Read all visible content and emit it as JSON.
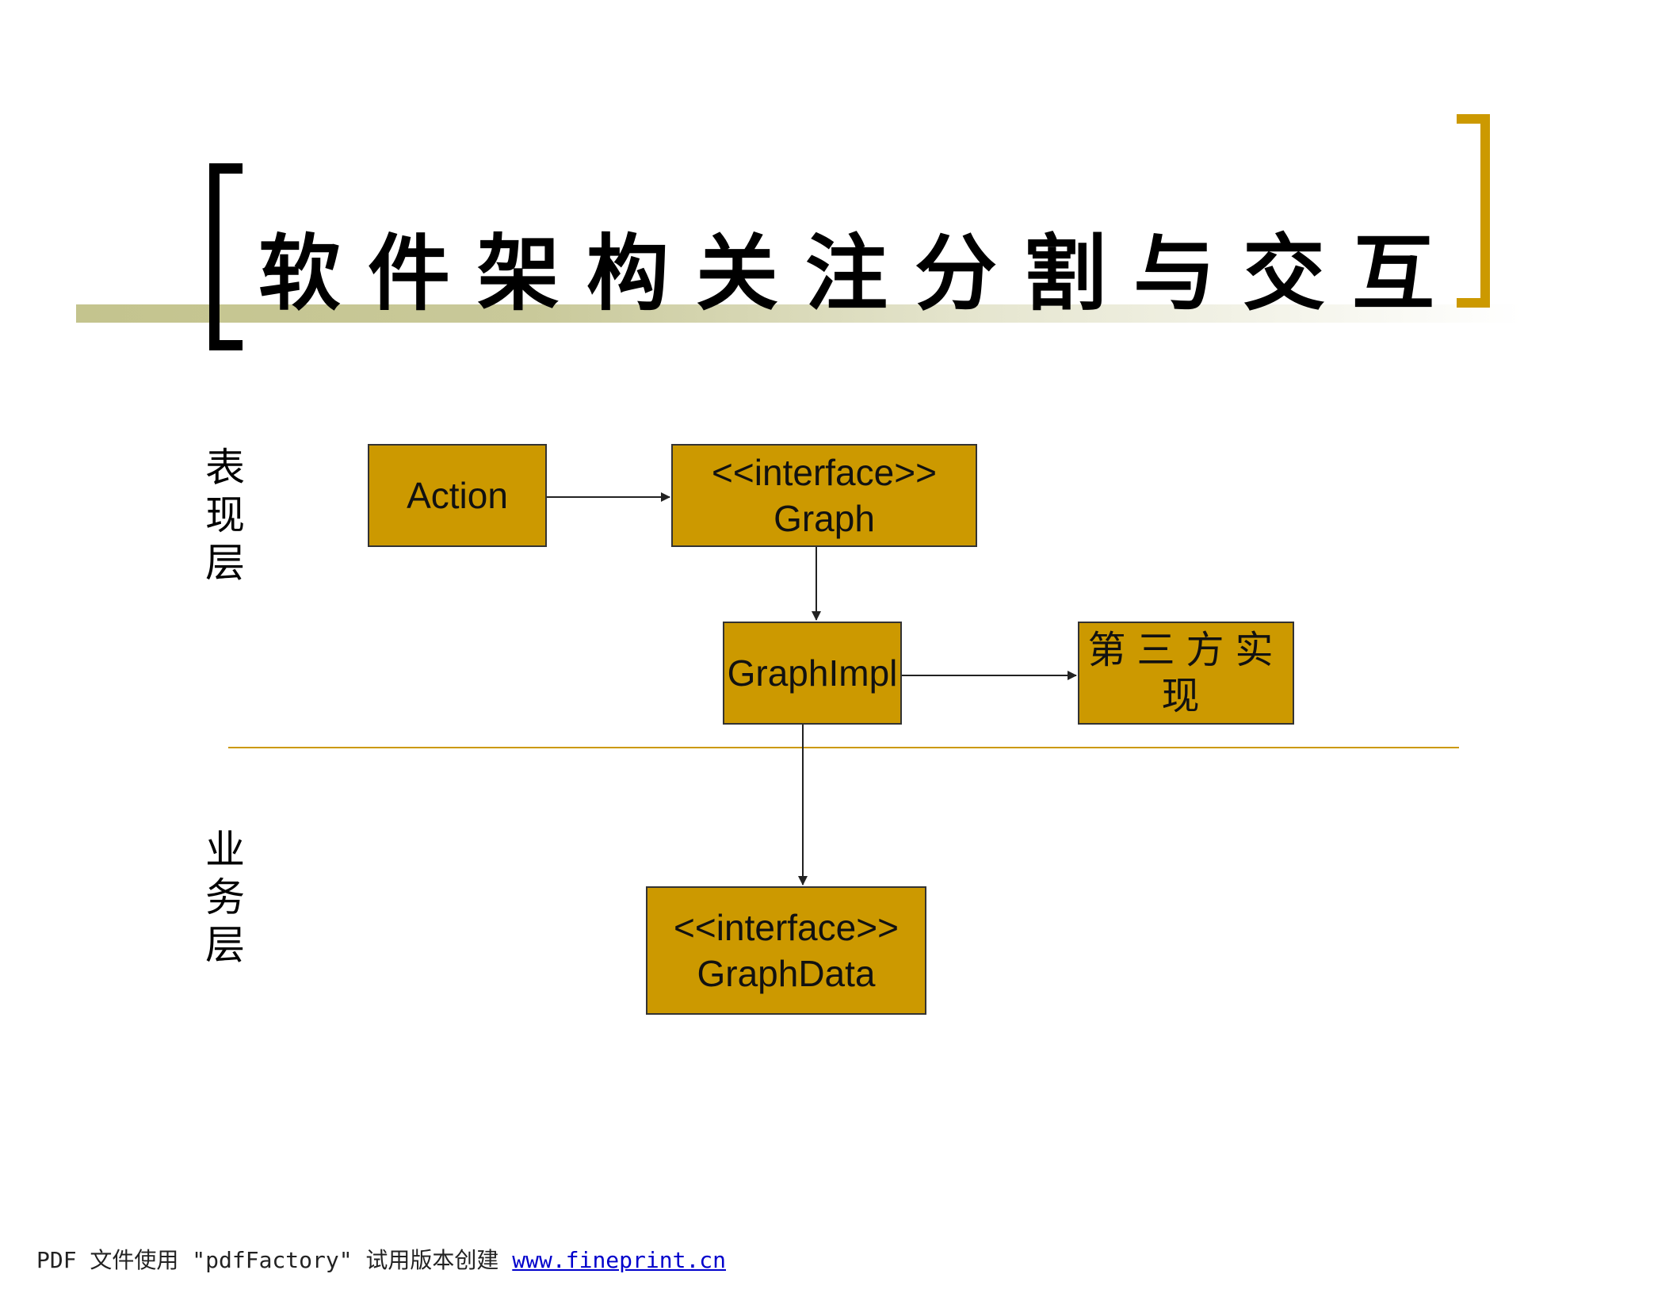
{
  "title": "软件架构关注分割与交互",
  "layers": {
    "presentation": "表现层",
    "business": "业务层"
  },
  "boxes": {
    "action": {
      "lines": [
        "Action"
      ]
    },
    "graph": {
      "lines": [
        "<<interface>>",
        "Graph"
      ]
    },
    "graphimpl": {
      "lines": [
        "GraphImpl"
      ]
    },
    "third": {
      "lines": [
        "第三方实现"
      ]
    },
    "graphdata": {
      "lines": [
        "<<interface>>",
        "GraphData"
      ]
    }
  },
  "colors": {
    "box_fill": "#cc9900",
    "accent": "#cc9900",
    "title_bar": "#c4c48e"
  },
  "footer": {
    "text": "PDF 文件使用 \"pdfFactory\" 试用版本创建 ",
    "link": "www.fineprint.cn"
  }
}
